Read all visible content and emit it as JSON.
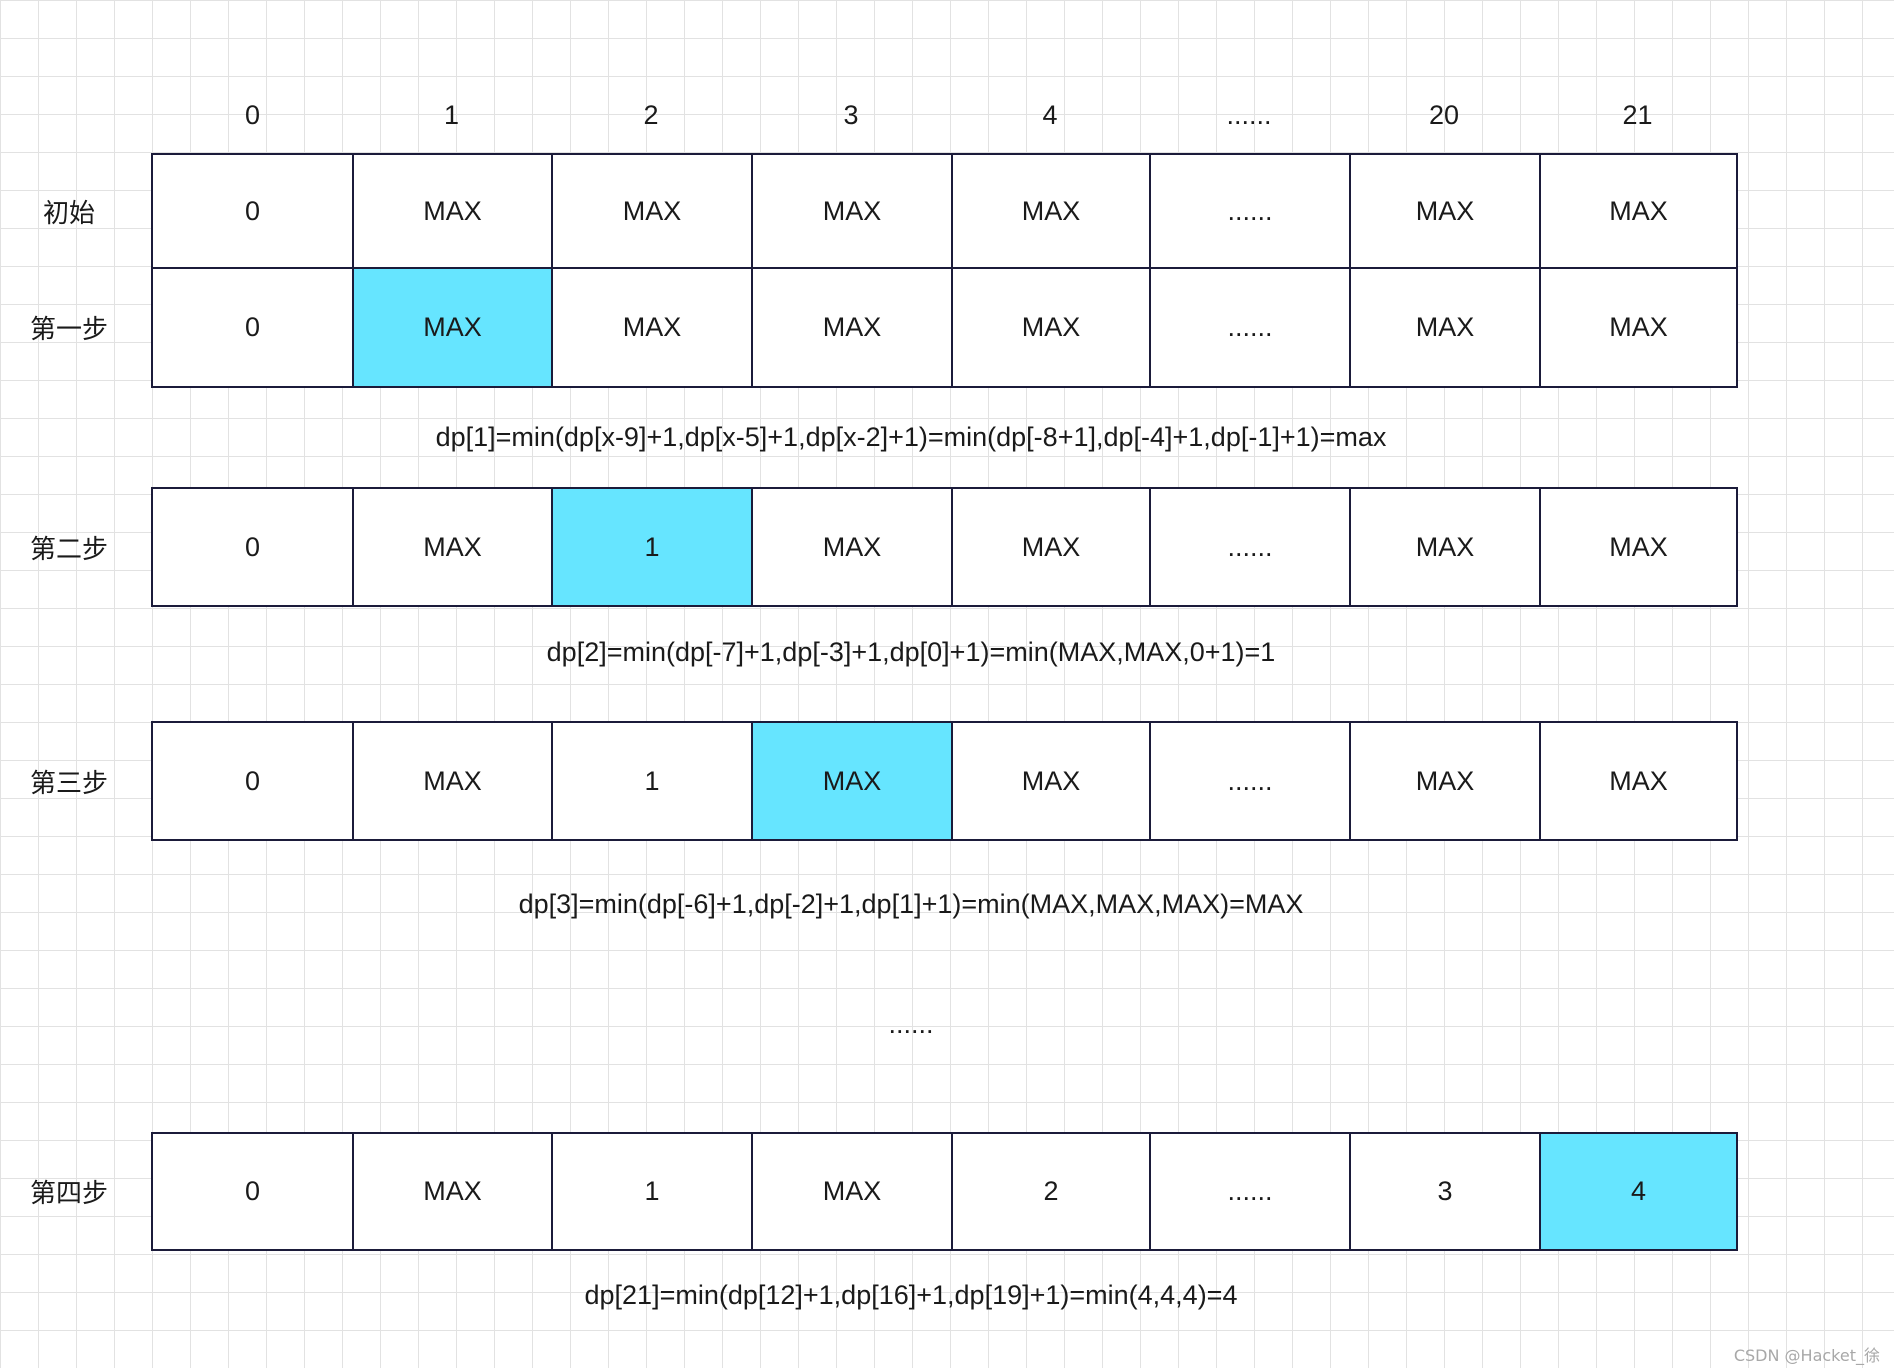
{
  "index_header": [
    "0",
    "1",
    "2",
    "3",
    "4",
    "......",
    "20",
    "21"
  ],
  "highlight_color": "#66E5FF",
  "border_color": "#1B1B3A",
  "rows": [
    {
      "label": "初始",
      "cells": [
        "0",
        "MAX",
        "MAX",
        "MAX",
        "MAX",
        "......",
        "MAX",
        "MAX"
      ],
      "highlighted_index": null
    },
    {
      "label": "第一步",
      "cells": [
        "0",
        "MAX",
        "MAX",
        "MAX",
        "MAX",
        "......",
        "MAX",
        "MAX"
      ],
      "highlighted_index": 1
    },
    {
      "label": "第二步",
      "cells": [
        "0",
        "MAX",
        "1",
        "MAX",
        "MAX",
        "......",
        "MAX",
        "MAX"
      ],
      "highlighted_index": 2
    },
    {
      "label": "第三步",
      "cells": [
        "0",
        "MAX",
        "1",
        "MAX",
        "MAX",
        "......",
        "MAX",
        "MAX"
      ],
      "highlighted_index": 3
    },
    {
      "label": "第四步",
      "cells": [
        "0",
        "MAX",
        "1",
        "MAX",
        "2",
        "......",
        "3",
        "4"
      ],
      "highlighted_index": 7
    }
  ],
  "formulas": [
    "dp[1]=min(dp[x-9]+1,dp[x-5]+1,dp[x-2]+1)=min(dp[-8+1],dp[-4]+1,dp[-1]+1)=max",
    "dp[2]=min(dp[-7]+1,dp[-3]+1,dp[0]+1)=min(MAX,MAX,0+1)=1",
    "dp[3]=min(dp[-6]+1,dp[-2]+1,dp[1]+1)=min(MAX,MAX,MAX)=MAX",
    "dp[21]=min(dp[12]+1,dp[16]+1,dp[19]+1)=min(4,4,4)=4"
  ],
  "ellipsis": "......",
  "watermark": "CSDN @Hacket_徐"
}
